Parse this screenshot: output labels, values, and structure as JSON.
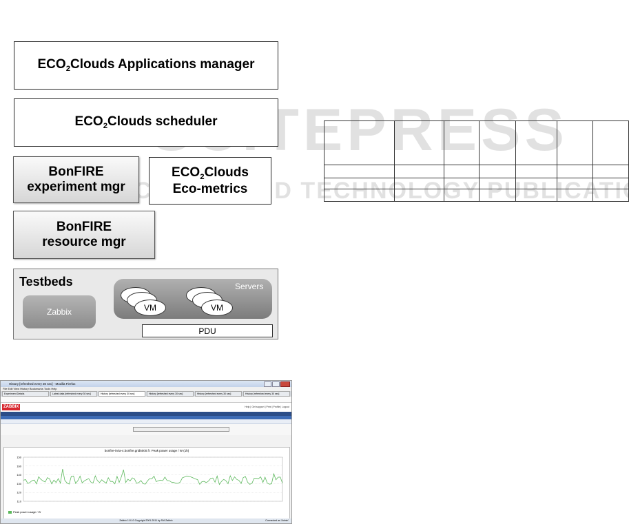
{
  "diagram": {
    "apps_manager": {
      "pre": "ECO",
      "sub": "2",
      "post": "Clouds Applications manager"
    },
    "scheduler": {
      "pre": "ECO",
      "sub": "2",
      "post": "Clouds scheduler"
    },
    "experiment_mgr": {
      "line1": "BonFIRE",
      "line2": "experiment mgr"
    },
    "eco_metrics": {
      "pre": "ECO",
      "sub": "2",
      "post": "Clouds",
      "line2": "Eco-metrics"
    },
    "resource_mgr": {
      "line1": "BonFIRE",
      "line2": "resource mgr"
    },
    "testbeds": {
      "title": "Testbeds",
      "zabbix": "Zabbix",
      "servers": "Servers",
      "vm_label": "VM",
      "pdu": "PDU"
    }
  },
  "watermark": {
    "line1": "SCITEPRESS",
    "line2": "SCIENCE AND TECHNOLOGY PUBLICATIONS"
  },
  "table": {
    "rows": [
      [
        "",
        "",
        "",
        "",
        "",
        "",
        ""
      ],
      [
        "",
        "",
        "",
        "",
        "",
        "",
        ""
      ],
      [
        "",
        "",
        "",
        "",
        "",
        "",
        ""
      ],
      [
        "",
        "",
        "",
        "",
        "",
        "",
        ""
      ]
    ]
  },
  "screenshot": {
    "window_title": "History [refreshed every 30 sec] - Mozilla Firefox",
    "menu": "File  Edit  View  History  Bookmarks  Tools  Help",
    "tabs": [
      "Experiment Details",
      "Latest data [refreshed every 30 sec]",
      "History [refreshed every 30 sec]",
      "History [refreshed every 30 sec]",
      "History [refreshed every 30 sec]",
      "History [refreshed every 30 sec]"
    ],
    "logo": "ZABBIX",
    "header_links": "Help | Get support | Print | Profile | Logout",
    "graph_title": "bonfire-inria-4.bonfire.grid5000.fr: Peak power usage / W   (1h)",
    "y_ticks": [
      "150",
      "160",
      "140",
      "130",
      "120",
      "110"
    ],
    "legend": "Peak power usage / W",
    "footer": "Zabbix 1.8.10 Copyright 2001-2011 by SIA Zabbix",
    "footer_right": "Connected as 'Admin'",
    "colors": {
      "series": "#5cb85c",
      "logo": "#d7282f",
      "nav": "#2b4d88"
    }
  }
}
